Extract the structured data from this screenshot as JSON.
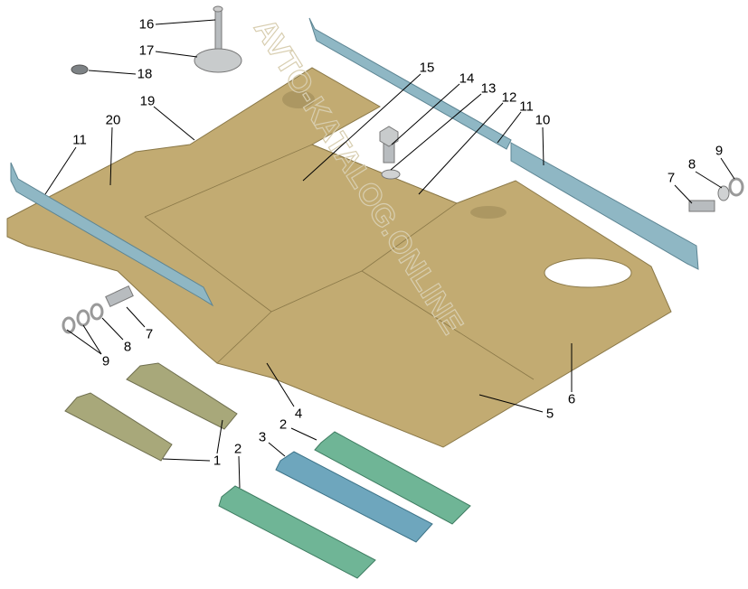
{
  "watermark": "AVTO-KATALOG.ONLINE",
  "colors": {
    "board": "#c2ab72",
    "board_dark": "#9c8a58",
    "rail": "#8fb7c4",
    "bracket_green": "#6fb596",
    "bracket_blue": "#6ea6bd",
    "bracket_olive": "#a8a87a",
    "bolt": "#b8bcbf"
  },
  "callouts": [
    {
      "id": "c16",
      "text": "16"
    },
    {
      "id": "c17",
      "text": "17"
    },
    {
      "id": "c18",
      "text": "18"
    },
    {
      "id": "c19",
      "text": "19"
    },
    {
      "id": "c20",
      "text": "20"
    },
    {
      "id": "c11a",
      "text": "11"
    },
    {
      "id": "c15",
      "text": "15"
    },
    {
      "id": "c14",
      "text": "14"
    },
    {
      "id": "c13",
      "text": "13"
    },
    {
      "id": "c12",
      "text": "12"
    },
    {
      "id": "c11b",
      "text": "11"
    },
    {
      "id": "c10",
      "text": "10"
    },
    {
      "id": "c9a",
      "text": "9"
    },
    {
      "id": "c8a",
      "text": "8"
    },
    {
      "id": "c7a",
      "text": "7"
    },
    {
      "id": "c7b",
      "text": "7"
    },
    {
      "id": "c8b",
      "text": "8"
    },
    {
      "id": "c9b",
      "text": "9"
    },
    {
      "id": "c4",
      "text": "4"
    },
    {
      "id": "c5",
      "text": "5"
    },
    {
      "id": "c6",
      "text": "6"
    },
    {
      "id": "c2a",
      "text": "2"
    },
    {
      "id": "c3",
      "text": "3"
    },
    {
      "id": "c2b",
      "text": "2"
    },
    {
      "id": "c1",
      "text": "1"
    }
  ]
}
